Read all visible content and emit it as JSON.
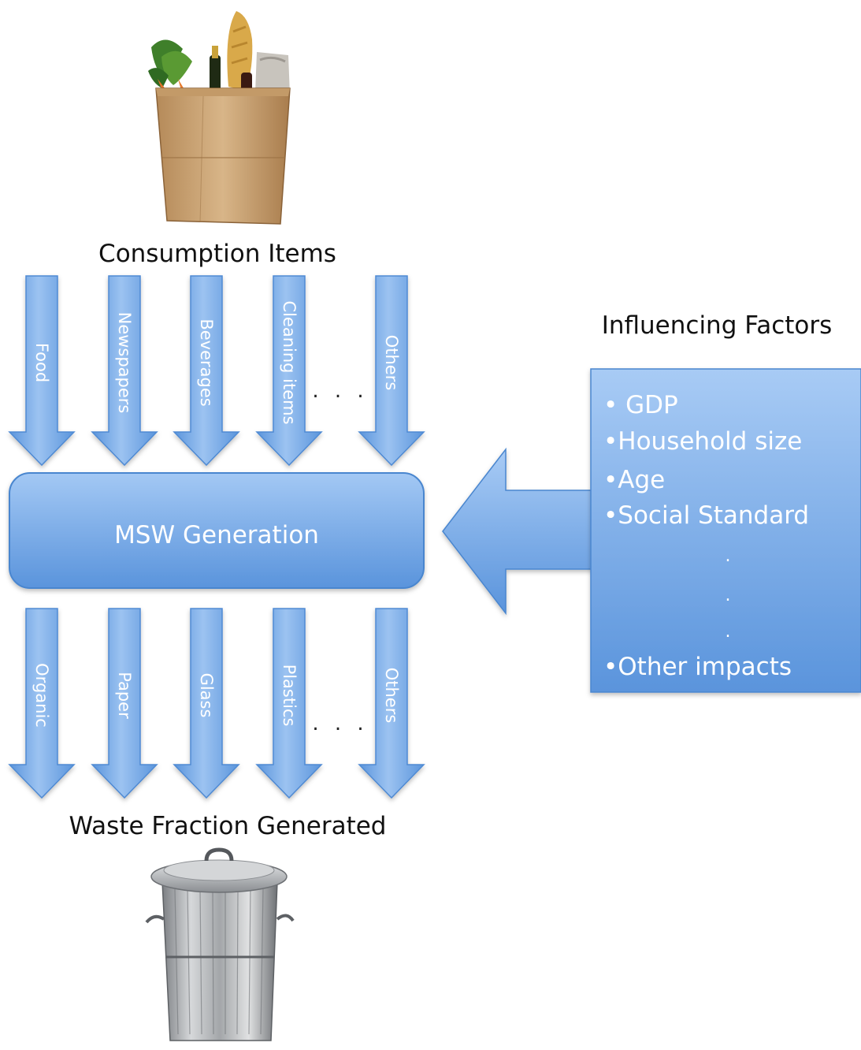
{
  "consumption": {
    "title": "Consumption Items",
    "items": [
      "Food",
      "Newspapers",
      "Beverages",
      "Cleaning items",
      "Others"
    ],
    "ellipsis": ". . ."
  },
  "msw": {
    "label": "MSW Generation"
  },
  "waste": {
    "title": "Waste Fraction Generated",
    "items": [
      "Organic",
      "Paper",
      "Glass",
      "Plastics",
      "Others"
    ],
    "ellipsis": ". . ."
  },
  "factors": {
    "title": "Influencing Factors",
    "items": [
      "• GDP",
      "•Household size",
      "•Age",
      "•Social Standard"
    ],
    "dots": [
      ".",
      ".",
      "."
    ],
    "last": "•Other impacts"
  },
  "colors": {
    "arrow_light": "#a9cbf3",
    "arrow_dark": "#5b95dc",
    "box_edge": "#4a86cf"
  },
  "icons": {
    "top": "grocery-bag-icon",
    "bottom": "trash-can-icon"
  }
}
